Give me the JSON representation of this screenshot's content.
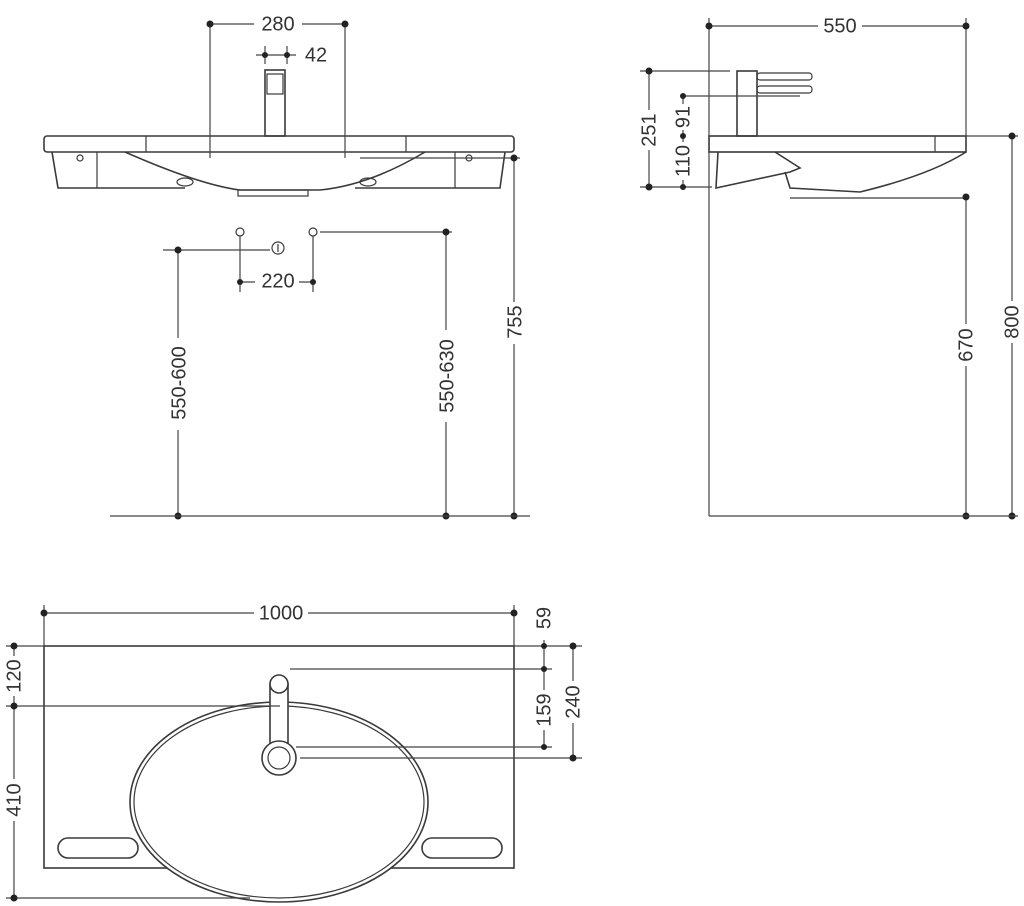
{
  "front_view": {
    "dims": {
      "tap_spacing": "280",
      "tap_width": "42",
      "supply_spacing": "220",
      "drain_height": "550-600",
      "supply_height": "550-630",
      "rim_height": "755"
    }
  },
  "side_view": {
    "dims": {
      "depth": "550",
      "tap_height": "251",
      "spout_height": "91",
      "slab_thickness": "110",
      "underside_height": "670",
      "total_height": "800"
    }
  },
  "top_view": {
    "dims": {
      "width": "1000",
      "rear_offset": "59",
      "tap_to_rear": "120",
      "bowl_depth": "410",
      "spout_reach": "159",
      "tap_axis": "240"
    }
  }
}
